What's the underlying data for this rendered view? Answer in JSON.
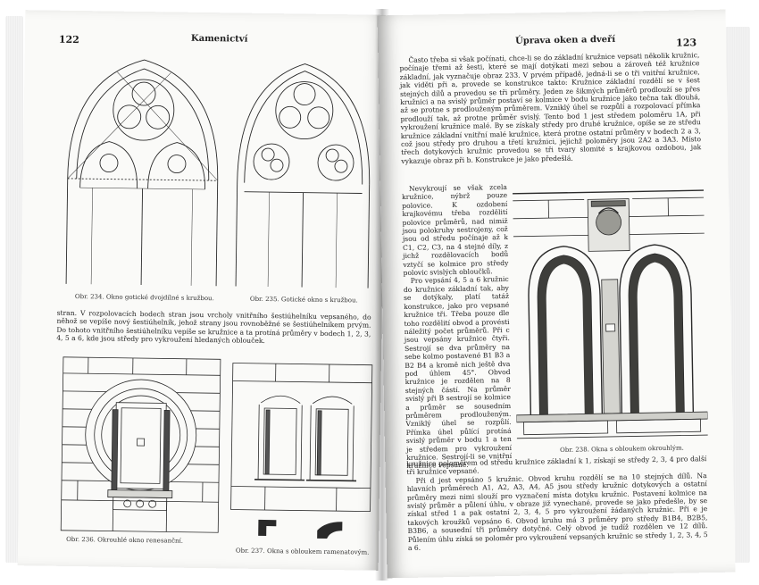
{
  "left_page": {
    "page_number": "122",
    "running_head": "Kamenictví",
    "figures": [
      {
        "id": "234",
        "caption": "Obr. 234. Okno gotické dvojdílné s kružbou."
      },
      {
        "id": "235",
        "caption": "Obr. 235. Gotické okno s kružbou."
      },
      {
        "id": "236",
        "caption": "Obr. 236. Okrouhlé okno renesanční."
      },
      {
        "id": "237",
        "caption": "Obr. 237. Okna s obloukem ramenatovým."
      }
    ],
    "paragraph": "stran. V rozpolovacích bodech stran jsou vrcholy vnitřního šestiúhelníku vepsaného, do něhož se vepíše nový šestiúhelník, jehož strany jsou rovnoběžné se šestiúhelníkem prvým. Do tohoto vnitřního šestiúhelníku vepíše se kružnice a ta protíná průměry v bodech 1, 2, 3, 4, 5 a 6, kde jsou středy pro vykroužení hledaných oblouček."
  },
  "right_page": {
    "page_number": "123",
    "running_head": "Úprava oken a dveří",
    "top_paragraph": "Často třeba si však počínati, chce-li se do základní kružnice vepsati několik kružnic, počínaje třemi až šesti, které se mají dotýkati mezi sebou a zároveň též kružnice základní, jak vyznačuje obraz 233. V prvém případě, jedná-li se o tři vnitřní kružnice, jak viděti při a, provede se konstrukce takto: Kružnice základní rozdělí se v šest stejných dílů a provedou se tři průměry. Jeden ze šikmých průměrů prodlouží se přes kružnici a na svislý průměr postaví se kolmice v bodu kružnice jako tečna tak dlouhá, až se protne s prodlouženým průměrem. Vzniklý úhel se rozpůlí a rozpolovací přímka prodlouží tak, až protne průměr svislý. Tento bod 1 jest středem poloměru 1A, při vykroužení kružnice malé. By se získaly středy pro druhé kružnice, opíše se ze středu kružnice základní vnitřní malé kružnice, která protne ostatní průměry v bodech 2 a 3, což jsou středy pro druhou a třetí kružnici, jejichž poloměry jsou 2A2 a 3A3. Místo třech dotykových kružnic provedou se tři tvary slomité s krajkovou ozdobou, jak vykazuje obraz při b. Konstrukce je jako předešlá.",
    "narrow_paragraph_1": "Nevykroují se však zcela kružnice, nýbrž pouze polovice. K ozdobení krajkovému třeba rozdělití polovice průměrů, nad nimiž jsou polokruhy sestrojeny, což jsou od středu počínaje až k C1, C2, C3, na 4 stejné díly, z jichž rozdělovacích bodů vztyčí se kolmice pro středy polovic svislých obloučků.",
    "narrow_paragraph_2": "Pro vepsání 4, 5 a 6 kružnic do kružnice základní tak, aby se dotýkaly, platí tatáž konstrukce, jako pro vepsané kružnice tři. Třeba pouze dle toho rozdělití obvod a provésti náležitý počet průměrů. Při c jsou vepsány kružnice čtyři. Sestrojí se dva průměry na sebe kolmo postavené B1 B3 a B2 B4 a kromě nich ještě dva pod úhlem 45°. Obvod kružnice je rozdělen na 8 stejných částí. Na průměr svislý při B sestrojí se kolmice a průměr se sousedním průměrem prodlouženým. Vzniklý úhel se rozpůlí. Přímka úhel půlící protíná svislý průměr v bodu 1 a ten je středem pro vykroužení kružnice. Sestrojí-li se vnitřní kružnice vepsané.",
    "bottom_line": "kružnice poloměrem od středu kružnice základní k 1, získají se středy 2, 3, 4 pro další tři kružnice vepsané.",
    "bottom_paragraph": "Při d jest vepsáno 5 kružnic. Obvod kruhu rozdělí se na 10 stejných dílů. Na hlavních průměrech A1, A2, A3, A4, A5 jsou středy kružnic dotykových a ostatní průměry mezi nimi slouží pro vyznačení místa dotyku kružnic. Postavení kolmice na svislý průměr a půlení úhlu, v obraze již vynechané, provede se jako předešle, by se získal střed 1 a pak ostatní 2, 3, 4, 5 pro vykroužení žádaných kružnic. Při e je takových kroužků vepsáno 6. Obvod kruhu má 3 průměry pro středy B1B4, B2B5, B3B6, a sousední tři průměry dotyčné. Celý obvod je tudíž rozdělen ve 12 dílů. Půlením úhlu získá se poloměr pro vykroužení vepsaných kružnic se středy 1, 2, 3, 4, 5 a 6.",
    "figure_caption": "Obr. 238. Okna s obloukem okrouhlým."
  }
}
